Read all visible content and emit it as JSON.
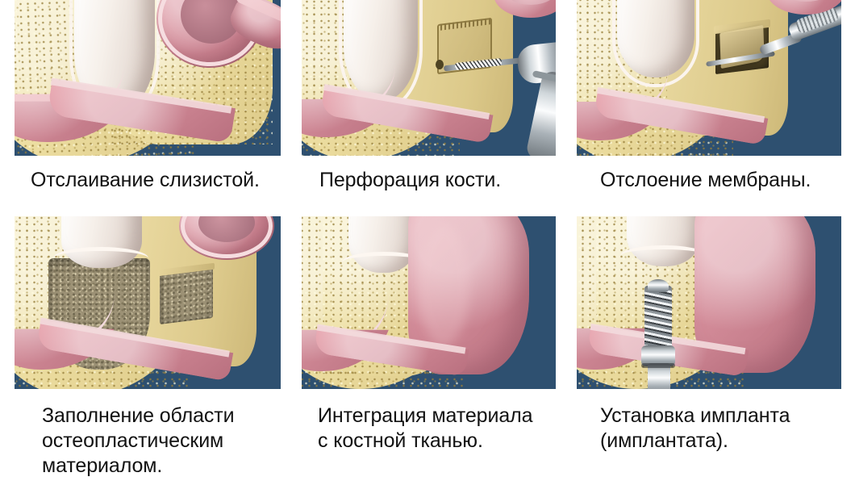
{
  "document": {
    "title": "Этапы операции синус-лифтинга",
    "language": "ru",
    "layout": "2 rows × 3 columns of illustrated panels with captions below each",
    "background_color": "#ffffff"
  },
  "palette": {
    "panel_background": "#2e5070",
    "bone": "#edddA0",
    "cortical_bone": "#e4d294",
    "gingiva": "#d38c99",
    "gingiva_pale": "#f0c7cd",
    "tooth_enamel": "#f6f0ea",
    "graft_material": "#9c9175",
    "instrument_metal": "#c3cace",
    "caption_text": "#121212"
  },
  "panels": [
    {
      "index": 1,
      "caption": "Отслаивание слизистой.",
      "stage": "mucoperiosteal-flap-elevation",
      "elements": [
        "maxillary bone",
        "tooth root",
        "sinus cavity",
        "elevated mucosal flap"
      ]
    },
    {
      "index": 2,
      "caption": "Перфорация кости.",
      "stage": "lateral-window-osteotomy",
      "elements": [
        "maxillary bone",
        "tooth root",
        "marked bone window",
        "dental handpiece with bur"
      ]
    },
    {
      "index": 3,
      "caption": "Отслоение мембраны.",
      "stage": "schneiderian-membrane-elevation",
      "elements": [
        "maxillary bone",
        "open bone window",
        "sinus membrane",
        "curette elevator"
      ]
    },
    {
      "index": 4,
      "caption": "Заполнение области\nостеопластическим\nматериалом.",
      "stage": "bone-graft-placement",
      "elements": [
        "maxillary bone",
        "granular osteoplastic graft material",
        "filled sinus floor",
        "filled window"
      ]
    },
    {
      "index": 5,
      "caption": "Интеграция материала\nс костной тканью.",
      "stage": "graft-integration-healing",
      "elements": [
        "regenerated trabecular bone",
        "closed gingiva",
        "healed ridge"
      ]
    },
    {
      "index": 6,
      "caption": "Установка импланта\n(имплантата).",
      "stage": "implant-placement",
      "elements": [
        "regenerated bone",
        "titanium screw implant",
        "abutment",
        "gingiva"
      ]
    }
  ]
}
